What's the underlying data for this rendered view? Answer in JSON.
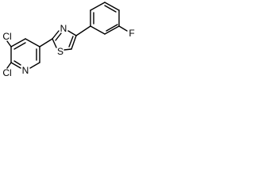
{
  "molecule": {
    "atoms": {
      "cl_left": "Cl",
      "n_pyridine": "N",
      "cl_bottom": "Cl",
      "n_thiazole": "N",
      "s_thiazole": "S",
      "f": "F"
    },
    "colors": {
      "bond": "#000000",
      "label": "#000000",
      "background": "#ffffff"
    }
  }
}
